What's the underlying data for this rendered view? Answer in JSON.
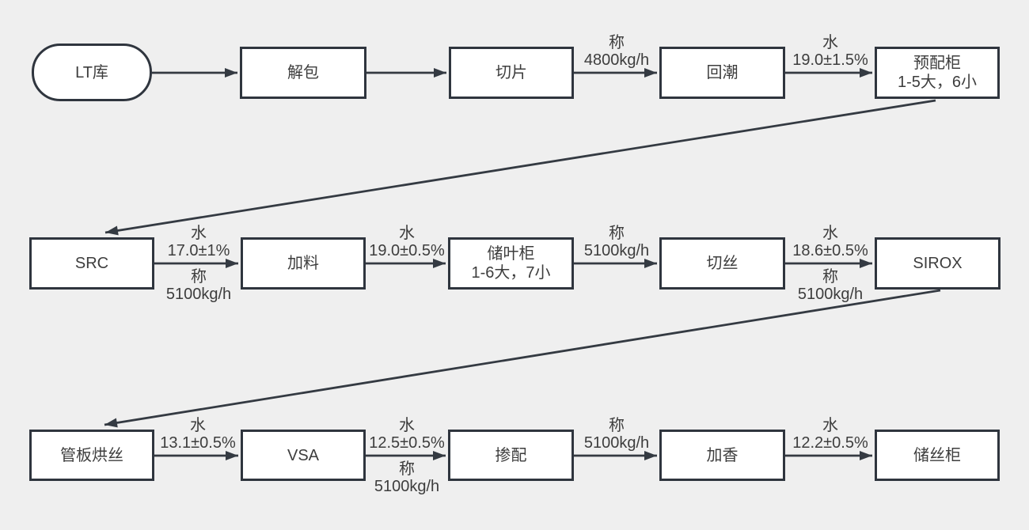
{
  "diagram_title": "tobacco-primary-processing-flowchart",
  "colors": {
    "background": "#efefef",
    "node_fill": "#ffffff",
    "node_border": "#2f353e",
    "arrow": "#343a42",
    "text": "#3d3d3d"
  },
  "nodes": [
    {
      "id": "lt-store",
      "shape": "stadium",
      "label": "LT库"
    },
    {
      "id": "unpack",
      "shape": "rect",
      "label": "解包"
    },
    {
      "id": "slice",
      "shape": "rect",
      "label": "切片"
    },
    {
      "id": "remoisten",
      "shape": "rect",
      "label": "回潮"
    },
    {
      "id": "pre-blend-cabinet",
      "shape": "rect",
      "label": "预配柜",
      "label2": "1-5大，6小"
    },
    {
      "id": "src",
      "shape": "rect",
      "label": "SRC"
    },
    {
      "id": "casing",
      "shape": "rect",
      "label": "加料"
    },
    {
      "id": "leaf-cabinet",
      "shape": "rect",
      "label": "储叶柜",
      "label2": "1-6大，7小"
    },
    {
      "id": "cut-rag",
      "shape": "rect",
      "label": "切丝"
    },
    {
      "id": "sirox",
      "shape": "rect",
      "label": "SIROX"
    },
    {
      "id": "tube-panel-dryer",
      "shape": "rect",
      "label": "管板烘丝"
    },
    {
      "id": "vsa",
      "shape": "rect",
      "label": "VSA"
    },
    {
      "id": "blend",
      "shape": "rect",
      "label": "掺配"
    },
    {
      "id": "flavoring",
      "shape": "rect",
      "label": "加香"
    },
    {
      "id": "cut-tobacco-store",
      "shape": "rect",
      "label": "储丝柜"
    }
  ],
  "edges": [
    {
      "from": "lt-store",
      "to": "unpack"
    },
    {
      "from": "unpack",
      "to": "slice"
    },
    {
      "from": "slice",
      "to": "remoisten",
      "above": [
        "称",
        "4800kg/h"
      ]
    },
    {
      "from": "remoisten",
      "to": "pre-blend-cabinet",
      "above": [
        "水",
        "19.0±1.5%"
      ]
    },
    {
      "from": "pre-blend-cabinet",
      "to": "src"
    },
    {
      "from": "src",
      "to": "casing",
      "above": [
        "水",
        "17.0±1%"
      ],
      "below": [
        "称",
        "5100kg/h"
      ]
    },
    {
      "from": "casing",
      "to": "leaf-cabinet",
      "above": [
        "水",
        "19.0±0.5%"
      ]
    },
    {
      "from": "leaf-cabinet",
      "to": "cut-rag",
      "above": [
        "称",
        "5100kg/h"
      ]
    },
    {
      "from": "cut-rag",
      "to": "sirox",
      "above": [
        "水",
        "18.6±0.5%"
      ],
      "below": [
        "称",
        "5100kg/h"
      ]
    },
    {
      "from": "sirox",
      "to": "tube-panel-dryer"
    },
    {
      "from": "tube-panel-dryer",
      "to": "vsa",
      "above": [
        "水",
        "13.1±0.5%"
      ]
    },
    {
      "from": "vsa",
      "to": "blend",
      "above": [
        "水",
        "12.5±0.5%"
      ],
      "below": [
        "称",
        "5100kg/h"
      ]
    },
    {
      "from": "blend",
      "to": "flavoring",
      "above": [
        "称",
        "5100kg/h"
      ]
    },
    {
      "from": "flavoring",
      "to": "cut-tobacco-store",
      "above": [
        "水",
        "12.2±0.5%"
      ]
    }
  ]
}
